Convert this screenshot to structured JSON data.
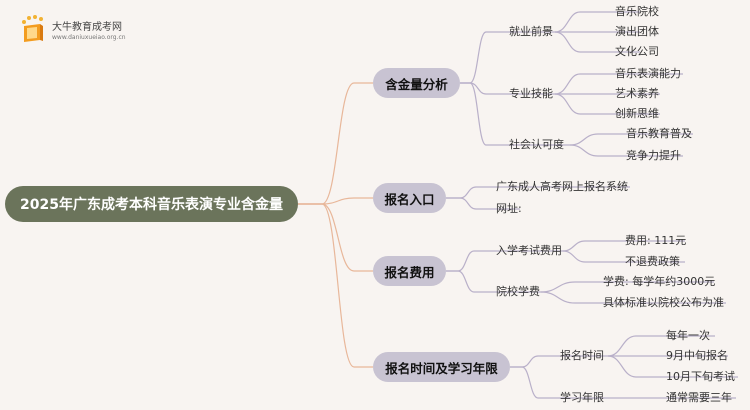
{
  "logo": {
    "name": "大牛教育成考网",
    "url": "www.daniuxueiao.org.cn"
  },
  "root": {
    "label": "2025年广东成考本科音乐表演专业含金量"
  },
  "branches": [
    {
      "label": "含金量分析",
      "subs": [
        {
          "label": "就业前景",
          "leaves": [
            "音乐院校",
            "演出团体",
            "文化公司"
          ]
        },
        {
          "label": "专业技能",
          "leaves": [
            "音乐表演能力",
            "艺术素养",
            "创新思维"
          ]
        },
        {
          "label": "社会认可度",
          "leaves": [
            "音乐教育普及",
            "竞争力提升"
          ]
        }
      ]
    },
    {
      "label": "报名入口",
      "leaves": [
        "广东成人高考网上报名系统",
        "网址:"
      ]
    },
    {
      "label": "报名费用",
      "subs": [
        {
          "label": "入学考试费用",
          "leaves": [
            "费用: 111元",
            "不退费政策"
          ]
        },
        {
          "label": "院校学费",
          "leaves": [
            "学费: 每学年约3000元",
            "具体标准以院校公布为准"
          ]
        }
      ]
    },
    {
      "label": "报名时间及学习年限",
      "subs": [
        {
          "label": "报名时间",
          "leaves": [
            "每年一次",
            "9月中旬报名",
            "10月下旬考试"
          ]
        },
        {
          "label": "学习年限",
          "leaves": [
            "通常需要三年"
          ]
        }
      ]
    }
  ],
  "colors": {
    "background": "#f8f4f1",
    "root_fill": "#6b745b",
    "branch_fill": "#c8c3d2",
    "root_link": "#e8b79a",
    "branch_link": "#b9b0c9"
  }
}
